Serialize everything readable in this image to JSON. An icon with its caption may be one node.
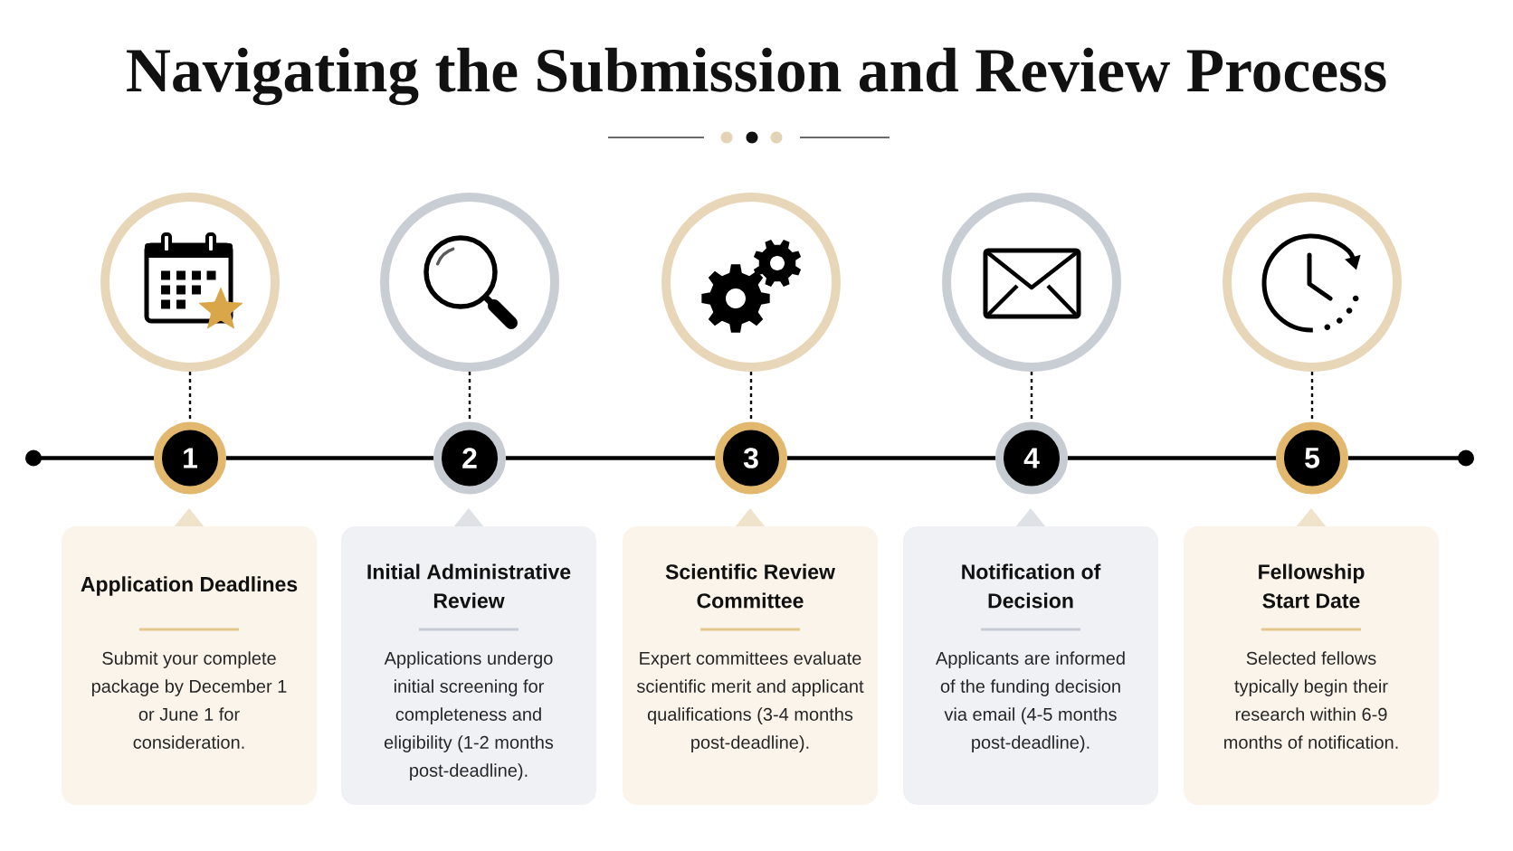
{
  "diagram": {
    "title": "Navigating the Submission and Review Process",
    "nodes": [
      {
        "text": [],
        "shape": "circle"
      },
      {
        "text": [],
        "shape": "circle"
      },
      {
        "text": [],
        "shape": "circle"
      },
      {
        "text": [],
        "shape": "circle"
      },
      {
        "text": [],
        "shape": "circle"
      },
      {
        "text": [
          "1"
        ]
      },
      {
        "text": [
          "2"
        ]
      },
      {
        "text": [
          "3"
        ]
      },
      {
        "text": [
          "4"
        ]
      },
      {
        "text": [
          "5"
        ]
      },
      {
        "text": [
          "Application Deadlines",
          "Submit your complete package by December 1 or June 1 for consideration."
        ]
      },
      {
        "text": [
          "Initial Administrative Review",
          "Applications undergo initial screening for completeness and eligibility (1-2 months post-deadline)."
        ]
      },
      {
        "text": [
          "Scientific Review Committee",
          "Expert committees evaluate scientific merit and applicant qualifications (3-4 months post-deadline)."
        ]
      },
      {
        "text": [
          "Notification of Decision",
          "Applicants are informed of the funding decision via email (4-5 months post-deadline)."
        ]
      },
      {
        "text": [
          "Fellowship Start Date",
          "Selected fellows typically begin their research within 6-9 months of notification."
        ]
      }
    ],
    "edges": [
      {
        "from": null,
        "to": 5,
        "arrow": "other"
      },
      {
        "from": 5,
        "to": 6,
        "arrow": "none"
      },
      {
        "from": 6,
        "to": 7,
        "arrow": "none"
      },
      {
        "from": 7,
        "to": 8,
        "arrow": "none"
      },
      {
        "from": 8,
        "to": 9,
        "arrow": "none"
      },
      {
        "from": 9,
        "to": null,
        "arrow": "other"
      },
      {
        "from": 0,
        "to": 5,
        "arrow": "none",
        "style": "dashed"
      },
      {
        "from": 1,
        "to": 6,
        "arrow": "none",
        "style": "dashed"
      },
      {
        "from": 2,
        "to": 7,
        "arrow": "none",
        "style": "dashed"
      },
      {
        "from": 3,
        "to": 8,
        "arrow": "none",
        "style": "dashed"
      },
      {
        "from": 4,
        "to": 9,
        "arrow": "none",
        "style": "dashed"
      }
    ]
  }
}
